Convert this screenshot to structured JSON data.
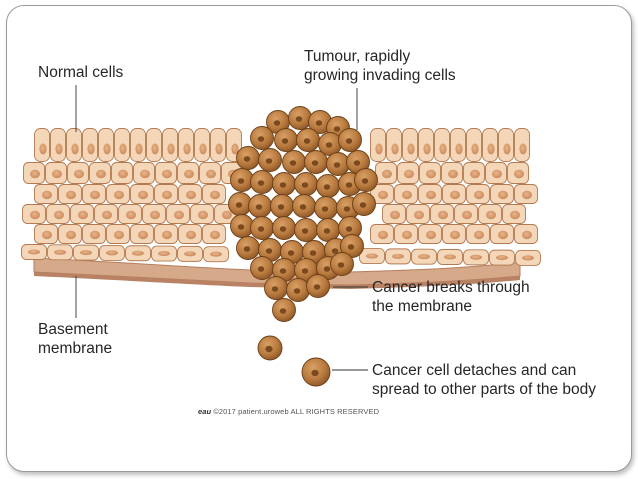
{
  "labels": {
    "normal_cells": "Normal cells",
    "tumour_line1": "Tumour, rapidly",
    "tumour_line2": "growing invading cells",
    "breaks_line1": "Cancer breaks through",
    "breaks_line2": "the membrane",
    "basement_line1": "Basement",
    "basement_line2": "membrane",
    "detach_line1": "Cancer cell detaches and can",
    "detach_line2": "spread to other parts of the body"
  },
  "copyright": {
    "logo": "eau",
    "text": "©2017 patient.uroweb ALL RIGHTS RESERVED"
  },
  "colors": {
    "normal_cell_fill": "#f3d7b8",
    "normal_cell_stroke": "#b47b52",
    "nucleus": "#d99a6a",
    "tumour_cell": "#b87a3e",
    "tumour_nucleus": "#7a4a1e",
    "membrane": "#c99677",
    "leader_line": "#333333"
  }
}
